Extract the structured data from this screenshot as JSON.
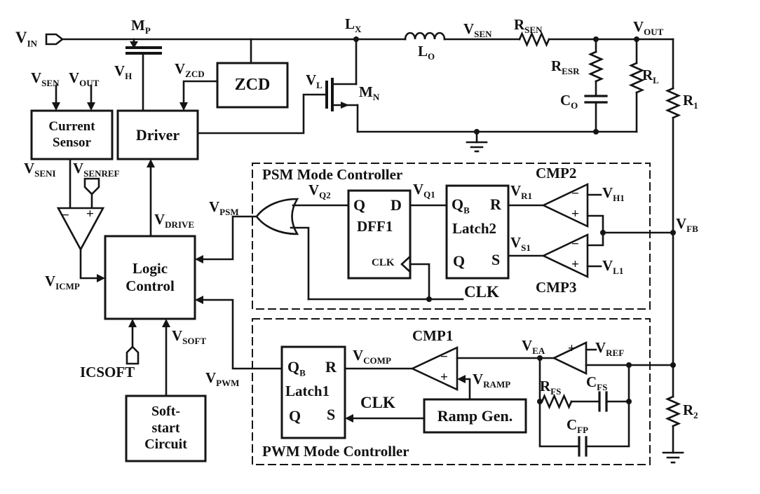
{
  "titles": {
    "psm": "PSM Mode Controller",
    "pwm": "PWM Mode Controller"
  },
  "blocks": {
    "zcd": "ZCD",
    "driver": "Driver",
    "current_sensor": {
      "line1": "Current",
      "line2": "Sensor"
    },
    "logic_control": {
      "line1": "Logic",
      "line2": "Control"
    },
    "soft_start": {
      "line1": "Soft-",
      "line2": "start",
      "line3": "Circuit"
    },
    "ramp_gen": "Ramp Gen.",
    "dff1": {
      "q": "Q",
      "d": "D",
      "name": "DFF1",
      "clk": "CLK"
    },
    "latch2": {
      "qb_main": "Q",
      "qb_sub": "B",
      "r": "R",
      "name": "Latch2",
      "q": "Q",
      "s": "S"
    },
    "latch1": {
      "qb_main": "Q",
      "qb_sub": "B",
      "r": "R",
      "name": "Latch1",
      "q": "Q",
      "s": "S"
    }
  },
  "signs": {
    "minus": "−",
    "plus": "+"
  },
  "labels": {
    "vin": {
      "main": "V",
      "sub": "IN"
    },
    "mp": {
      "main": "M",
      "sub": "P"
    },
    "lx": {
      "main": "L",
      "sub": "X"
    },
    "lo": {
      "main": "L",
      "sub": "O"
    },
    "vsen_rail": {
      "main": "V",
      "sub": "SEN"
    },
    "rsen": {
      "main": "R",
      "sub": "SEN"
    },
    "vout_rail": {
      "main": "V",
      "sub": "OUT"
    },
    "resr": {
      "main": "R",
      "sub": "ESR"
    },
    "co": {
      "main": "C",
      "sub": "O"
    },
    "rl": {
      "main": "R",
      "sub": "L"
    },
    "r1": {
      "main": "R",
      "sub": "1"
    },
    "vfb": {
      "main": "V",
      "sub": "FB"
    },
    "r2": {
      "main": "R",
      "sub": "2"
    },
    "vh": {
      "main": "V",
      "sub": "H"
    },
    "vzcd": {
      "main": "V",
      "sub": "ZCD"
    },
    "vl": {
      "main": "V",
      "sub": "L"
    },
    "mn": {
      "main": "M",
      "sub": "N"
    },
    "vsen_in": {
      "main": "V",
      "sub": "SEN"
    },
    "vout_in": {
      "main": "V",
      "sub": "OUT"
    },
    "vseni": {
      "main": "V",
      "sub": "SENI"
    },
    "vsenref": {
      "main": "V",
      "sub": "SENREF"
    },
    "vicmp": {
      "main": "V",
      "sub": "ICMP"
    },
    "vdrive": {
      "main": "V",
      "sub": "DRIVE"
    },
    "icsoft": {
      "main": "ICSOFT",
      "sub": ""
    },
    "vsoft": {
      "main": "V",
      "sub": "SOFT"
    },
    "vpsm": {
      "main": "V",
      "sub": "PSM"
    },
    "vpwm": {
      "main": "V",
      "sub": "PWM"
    },
    "vq2": {
      "main": "V",
      "sub": "Q2"
    },
    "vq1": {
      "main": "V",
      "sub": "Q1"
    },
    "vr1": {
      "main": "V",
      "sub": "R1"
    },
    "vs1": {
      "main": "V",
      "sub": "S1"
    },
    "vh1": {
      "main": "V",
      "sub": "H1"
    },
    "vl1": {
      "main": "V",
      "sub": "L1"
    },
    "cmp1": {
      "main": "CMP1",
      "sub": ""
    },
    "cmp2": {
      "main": "CMP2",
      "sub": ""
    },
    "cmp3": {
      "main": "CMP3",
      "sub": ""
    },
    "clk_psm": {
      "main": "CLK",
      "sub": ""
    },
    "clk_pwm": {
      "main": "CLK",
      "sub": ""
    },
    "vcomp": {
      "main": "V",
      "sub": "COMP"
    },
    "vramp": {
      "main": "V",
      "sub": "RAMP"
    },
    "vea": {
      "main": "V",
      "sub": "EA"
    },
    "vref": {
      "main": "V",
      "sub": "REF"
    },
    "rfs": {
      "main": "R",
      "sub": "FS"
    },
    "cfs": {
      "main": "C",
      "sub": "FS"
    },
    "cfp": {
      "main": "C",
      "sub": "FP"
    }
  }
}
